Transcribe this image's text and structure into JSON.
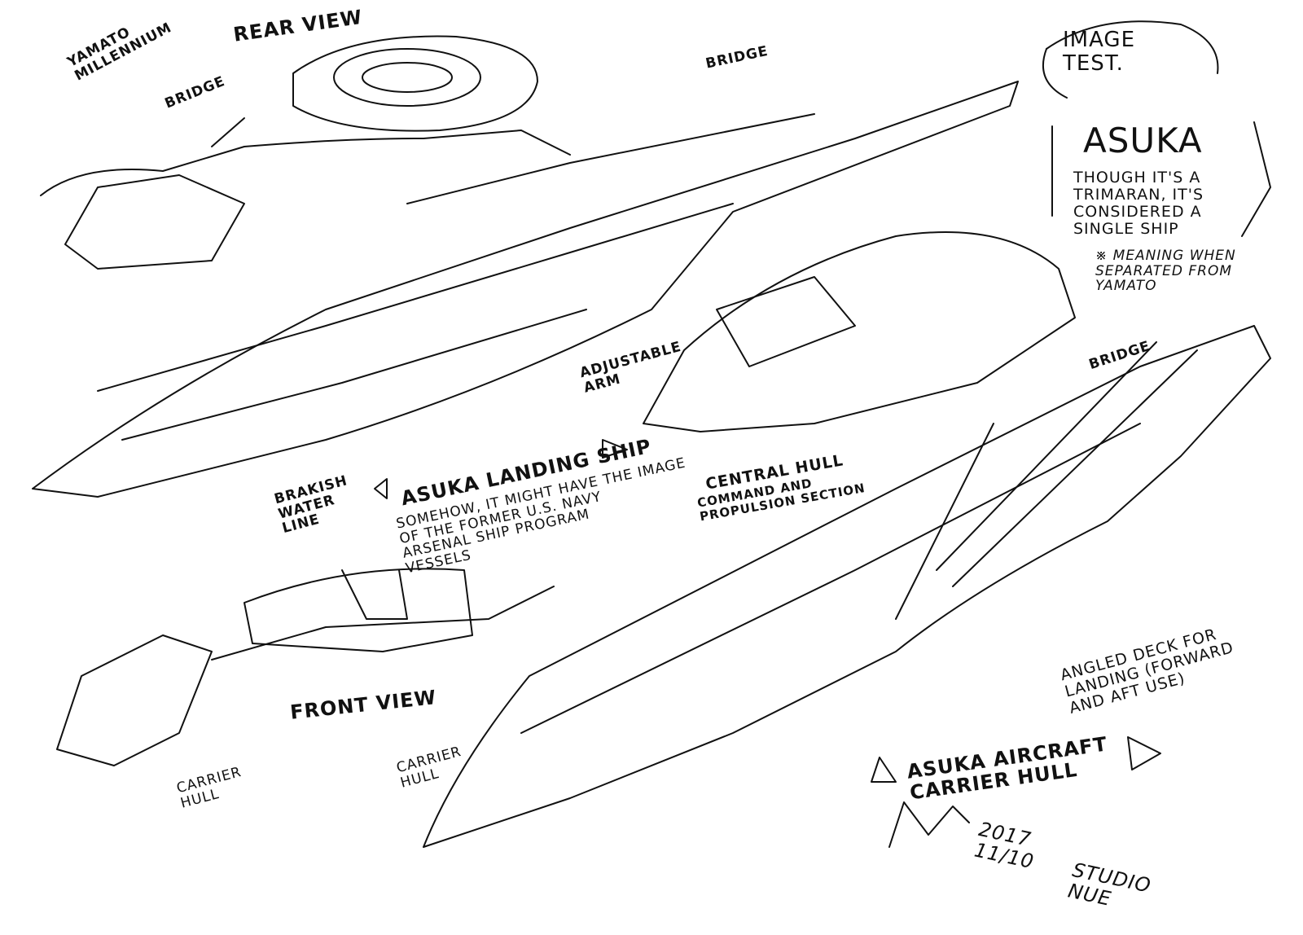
{
  "header": {
    "title_badge": "YAMATO\nMILLENNIUM",
    "rear_view": "REAR VIEW",
    "image_test": "IMAGE\nTEST."
  },
  "asuka_note": {
    "title": "ASUKA",
    "description": "THOUGH IT'S A\nTRIMARAN, IT'S\nCONSIDERED A\nSINGLE SHIP",
    "footnote": "※ MEANING WHEN\nSEPARATED FROM\nYAMATO"
  },
  "labels": {
    "bridge_rear": "BRIDGE",
    "bridge_top": "BRIDGE",
    "bridge_right": "BRIDGE",
    "adjustable_arm": "ADJUSTABLE\nARM",
    "brakish_water_line": "BRAKISH\nWATER\nLINE",
    "central_hull": "CENTRAL HULL",
    "central_hull_sub": "COMMAND AND\nPROPULSION SECTION",
    "landing_ship_title": "ASUKA LANDING SHIP",
    "landing_ship_desc": "SOMEHOW, IT MIGHT HAVE THE IMAGE\nOF THE FORMER U.S. NAVY\nARSENAL SHIP PROGRAM\nVESSELS",
    "front_view": "FRONT VIEW",
    "carrier_hull_left": "CARRIER\nHULL",
    "carrier_hull_mid": "CARRIER\nHULL",
    "angled_deck": "ANGLED DECK FOR\nLANDING (FORWARD\nAND AFT USE)",
    "aircraft_carrier_title": "ASUKA AIRCRAFT\nCARRIER HULL"
  },
  "signature": {
    "date": "2017\n11/10",
    "studio": "STUDIO\nNUE"
  }
}
